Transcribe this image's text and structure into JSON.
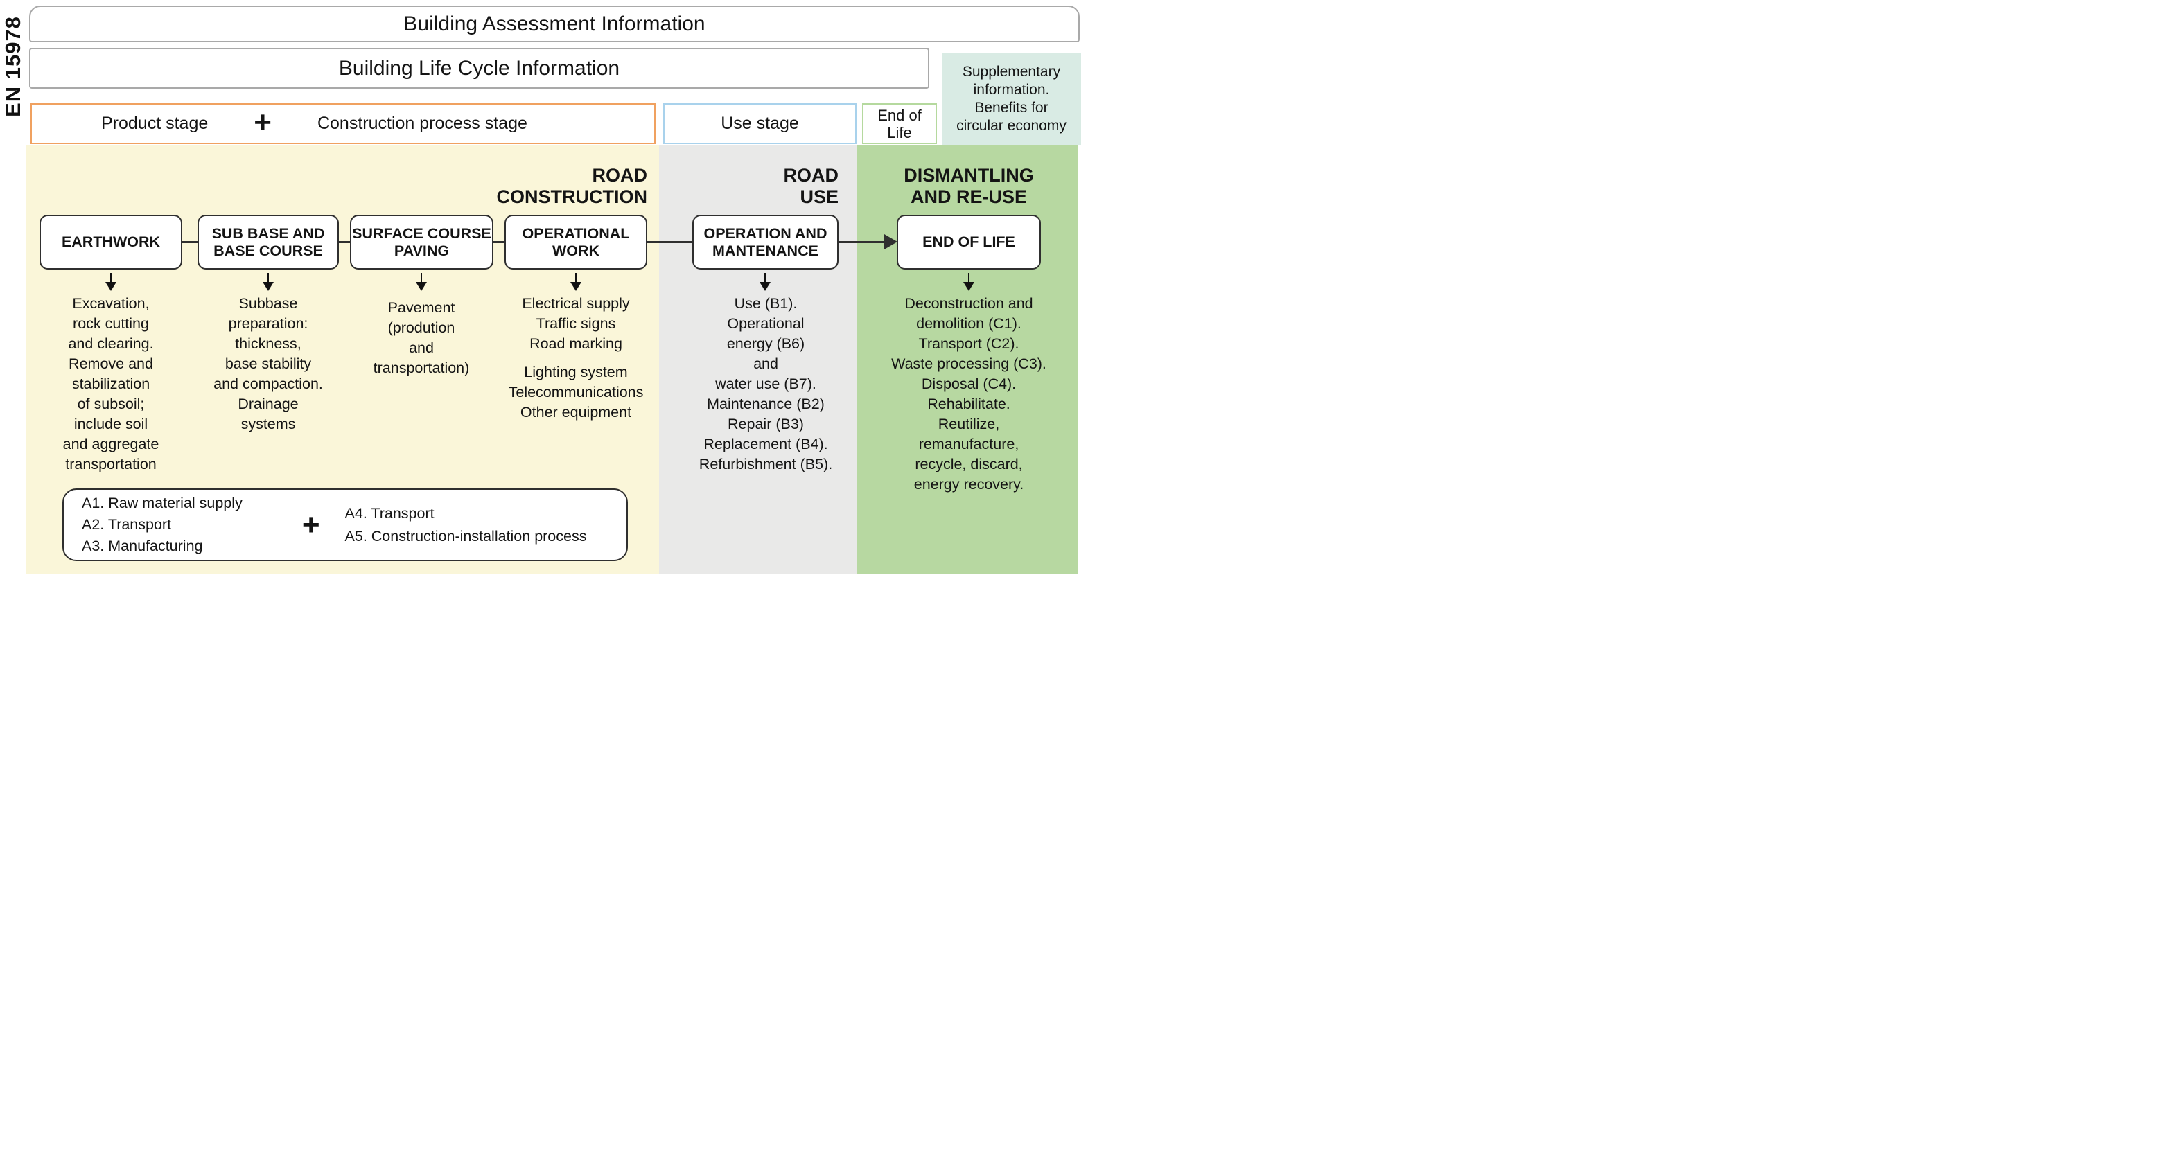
{
  "en_label": "EN 15978",
  "bars": {
    "assessment": "Building Assessment Information",
    "lifecycle": "Building Life Cycle Information"
  },
  "stages": {
    "product": "Product stage",
    "plus": "+",
    "construction": "Construction process stage",
    "use": "Use stage",
    "end_of_life": "End of\nLife",
    "supplementary": "Supplementary\ninformation.\nBenefits for\ncircular economy"
  },
  "sections": {
    "construction": {
      "header": "ROAD\nCONSTRUCTION"
    },
    "use": {
      "header": "ROAD\nUSE"
    },
    "dismantling": {
      "header": "DISMANTLING\nAND RE-USE"
    }
  },
  "columns": [
    {
      "box": "EARTHWORK",
      "text": "Excavation,\nrock cutting\nand clearing.\nRemove and\nstabilization\nof subsoil;\ninclude soil\nand aggregate\ntransportation"
    },
    {
      "box": "SUB BASE AND\nBASE COURSE",
      "text": "Subbase\npreparation:\nthickness,\nbase stability\nand compaction.\nDrainage\nsystems"
    },
    {
      "box": "SURFACE COURSE\nPAVING",
      "text": "Pavement\n(prodution\nand\ntransportation)"
    },
    {
      "box": "OPERATIONAL\nWORK",
      "text_top": "Electrical supply\nTraffic signs\nRoad marking",
      "text_bottom": "Lighting system\nTelecommunications\nOther equipment"
    },
    {
      "box": "OPERATION AND\nMANTENANCE",
      "text": "Use (B1).\nOperational\nenergy (B6)\nand\nwater use (B7).\nMaintenance (B2)\nRepair (B3)\nReplacement (B4).\nRefurbishment (B5)."
    },
    {
      "box": "END OF LIFE",
      "text": "Deconstruction and\ndemolition (C1).\nTransport (C2).\nWaste processing (C3).\nDisposal (C4).\nRehabilitate.\nReutilize,\nremanufacture,\nrecycle, discard,\nenergy recovery."
    }
  ],
  "a_box": {
    "left": "A1. Raw material supply\nA2. Transport\nA3. Manufacturing",
    "plus": "+",
    "right": "A4. Transport\nA5. Construction-installation process"
  },
  "colors": {
    "construction_bg": "#faf6d9",
    "use_bg": "#e9e9e8",
    "dismantling_bg": "#b7d8a1",
    "supplementary_bg": "#d9ebe4",
    "product_stage_border": "#f0a160",
    "use_stage_border": "#a9d2ec",
    "end_of_life_border": "#b5d99e"
  }
}
